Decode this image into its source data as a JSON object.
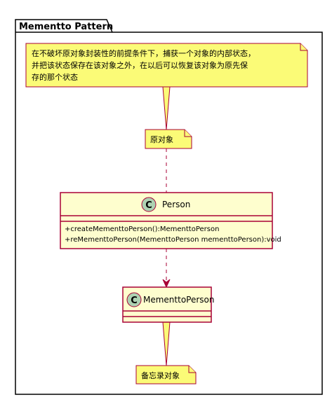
{
  "diagram": {
    "package": {
      "title": "Mementto Pattern"
    },
    "notes": {
      "pattern_description": {
        "lines": [
          "在不破坏原对象封装性的前提条件下，捕获一个对象的内部状态，",
          "并把该状态保存在该对象之外，在以后可以恢复该对象为原先保",
          "存的那个状态"
        ]
      },
      "originator": {
        "text": "原对象"
      },
      "memento": {
        "text": "备忘录对象"
      }
    },
    "classes": {
      "person": {
        "stereotype_letter": "C",
        "name": "Person",
        "methods": [
          "+createMementtoPerson():MementtoPerson",
          "+reMementtoPerson(MementtoPerson mementtoPerson):void"
        ]
      },
      "memento_person": {
        "stereotype_letter": "C",
        "name": "MementtoPerson",
        "methods": []
      }
    }
  },
  "colors": {
    "note_fill": "#FBFB77",
    "note_border": "#A80036",
    "class_fill": "#FEFECE",
    "class_border": "#A80036",
    "class_icon": "#ADD1B2",
    "arrow": "#A80036"
  }
}
